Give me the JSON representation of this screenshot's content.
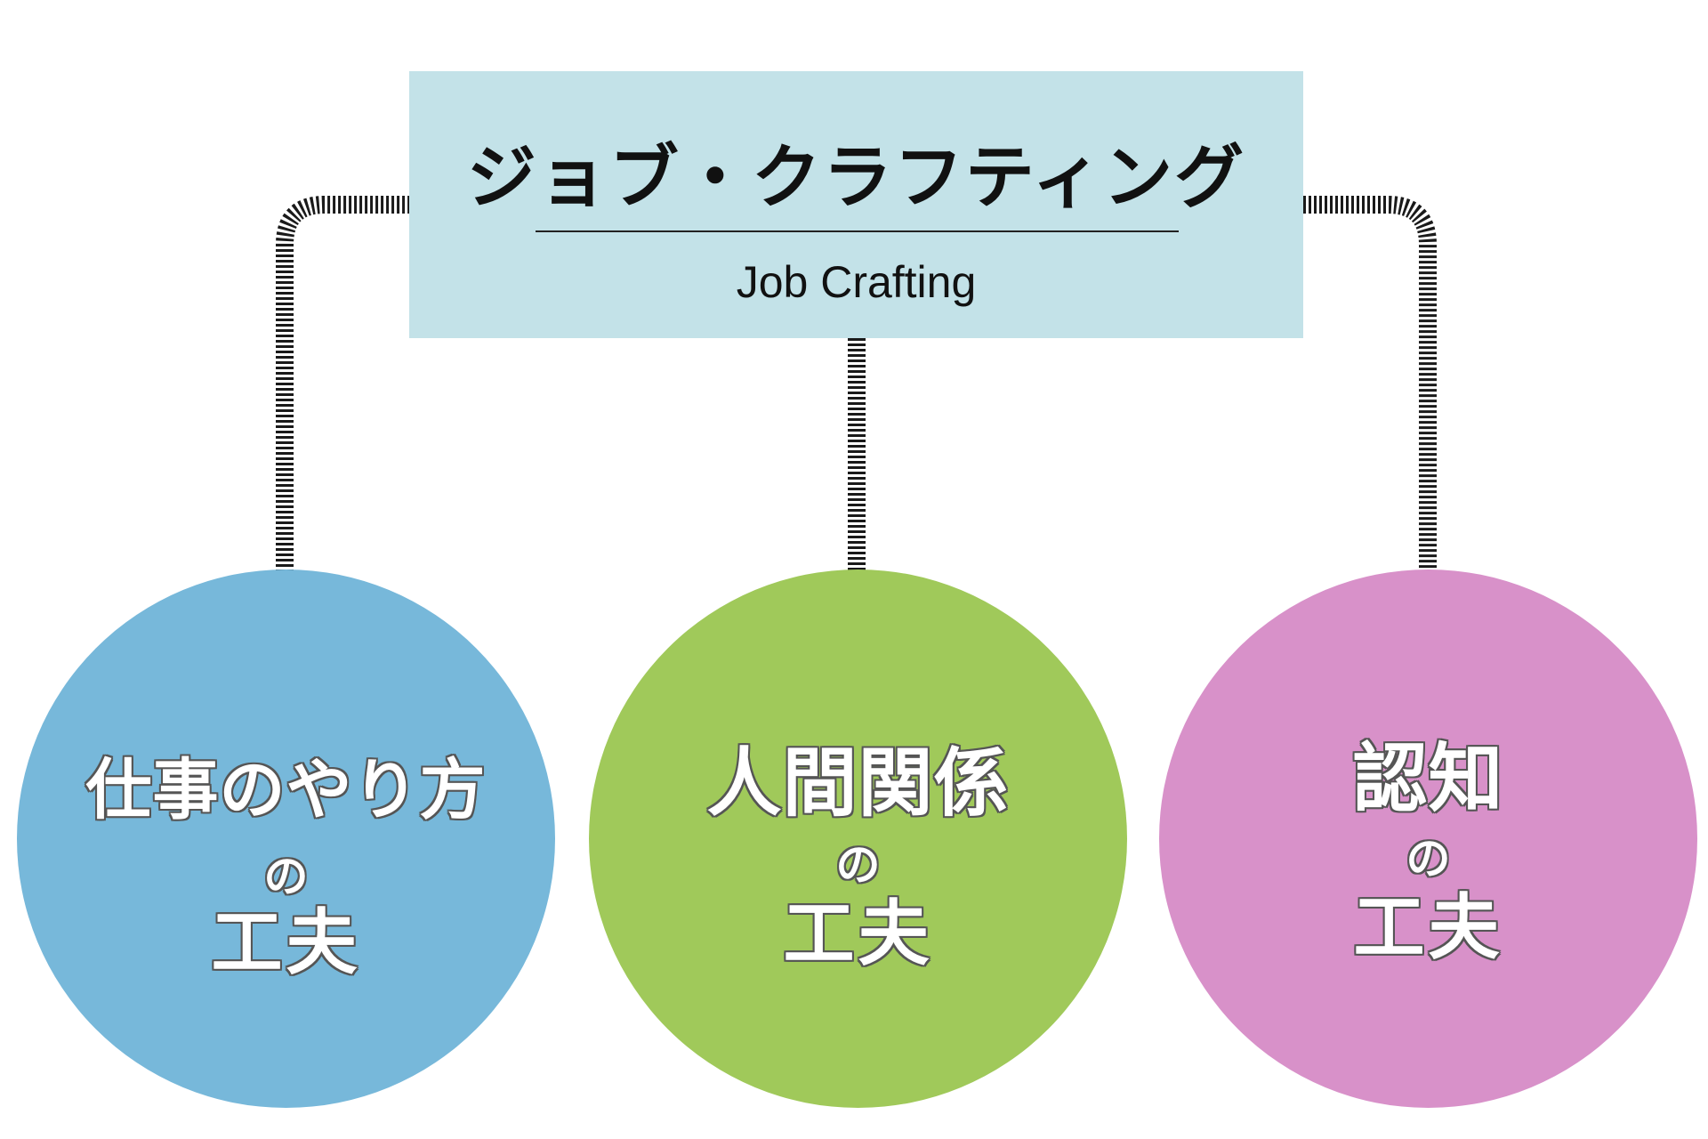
{
  "header": {
    "title": "ジョブ・クラフティング",
    "subtitle": "Job Crafting",
    "background_color": "#c3e2e8"
  },
  "nodes": [
    {
      "label": "仕事のやり方",
      "connector": "の",
      "suffix": "工夫",
      "color": "#77b8da"
    },
    {
      "label": "人間関係",
      "connector": "の",
      "suffix": "工夫",
      "color": "#a0c95a"
    },
    {
      "label": "認知",
      "connector": "の",
      "suffix": "工夫",
      "color": "#d891c9"
    }
  ],
  "connector_style": "zigzag"
}
